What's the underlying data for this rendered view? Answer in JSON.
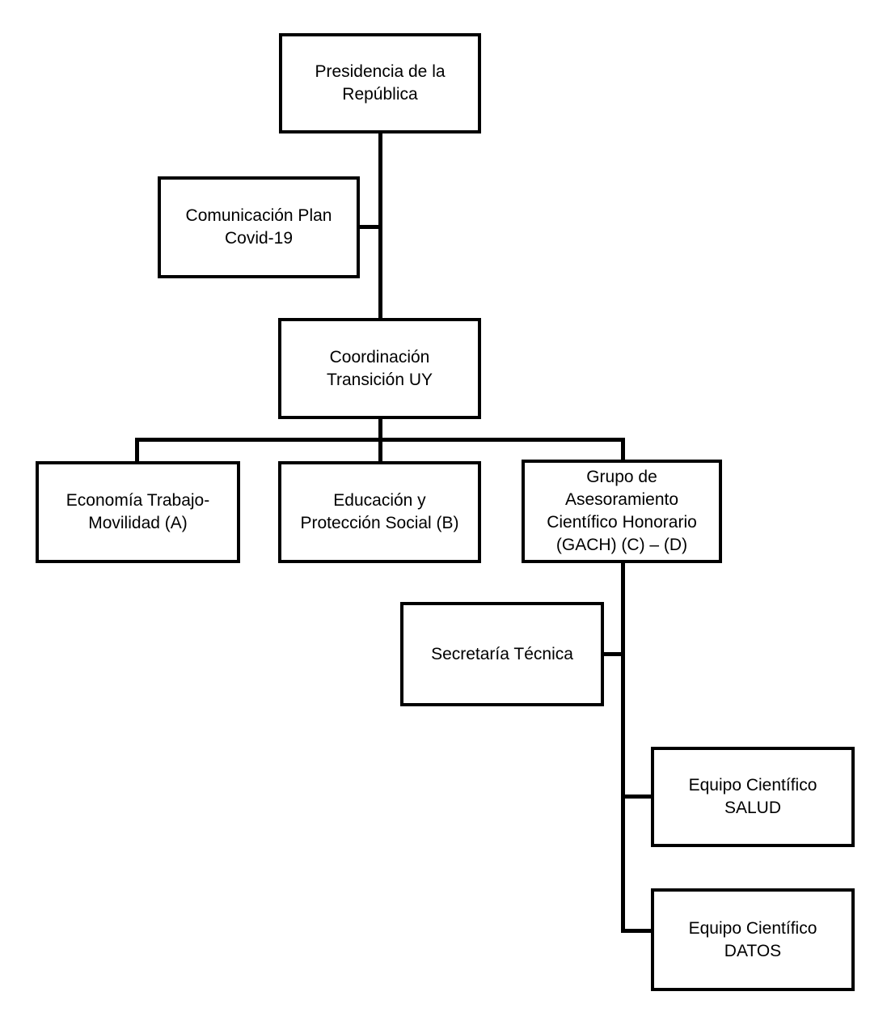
{
  "diagram": {
    "type": "org-chart",
    "subject": "Coordinación Transición UY / GACH Covid-19 Uruguay",
    "colors": {
      "background": "#ffffff",
      "box_fill": "#ffffff",
      "box_border": "#000000",
      "line": "#000000",
      "text": "#000000"
    },
    "nodes": {
      "presidencia": {
        "label": "Presidencia de la\nRepública"
      },
      "comunicacion": {
        "label": "Comunicación Plan\nCovid-19"
      },
      "coordinacion": {
        "label": "Coordinación\nTransición UY"
      },
      "economia": {
        "label": "Economía Trabajo-\nMovilidad (A)"
      },
      "educacion": {
        "label": "Educación y\nProtección Social (B)"
      },
      "gach": {
        "label": "Grupo de\nAsesoramiento\nCientífico Honorario\n(GACH) (C) – (D)"
      },
      "secretaria": {
        "label": "Secretaría Técnica"
      },
      "salud": {
        "label": "Equipo Científico\nSALUD"
      },
      "datos": {
        "label": "Equipo Científico\nDATOS"
      }
    },
    "edges": [
      {
        "from": "presidencia",
        "to": "coordinacion",
        "attachment": "bottom-to-top"
      },
      {
        "from": "comunicacion",
        "to": "presidencia-coordinacion-connector",
        "attachment": "right-side"
      },
      {
        "from": "coordinacion",
        "to": "economia",
        "attachment": "bus-drop"
      },
      {
        "from": "coordinacion",
        "to": "educacion",
        "attachment": "bus-drop"
      },
      {
        "from": "coordinacion",
        "to": "gach",
        "attachment": "bus-drop"
      },
      {
        "from": "gach",
        "to": "secretaria",
        "attachment": "spine-left-side"
      },
      {
        "from": "gach",
        "to": "salud",
        "attachment": "spine-right-side"
      },
      {
        "from": "gach",
        "to": "datos",
        "attachment": "spine-right-side"
      }
    ]
  }
}
